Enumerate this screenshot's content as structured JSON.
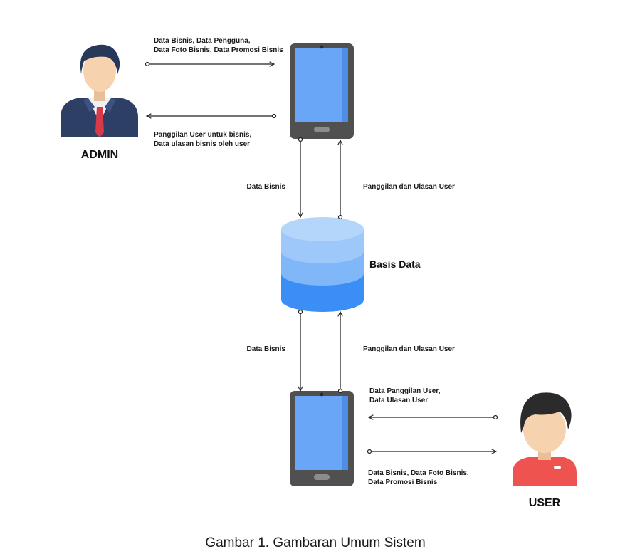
{
  "actors": {
    "admin": {
      "label": "ADMIN",
      "icon": "admin-person-icon"
    },
    "user": {
      "label": "USER",
      "icon": "user-person-icon"
    }
  },
  "database": {
    "label": "Basis Data",
    "icon": "database-icon"
  },
  "devices": {
    "icon": "smartphone-icon"
  },
  "flows": {
    "admin_to_app": [
      "Data Bisnis, Data Pengguna,",
      "Data Foto Bisnis, Data Promosi Bisnis"
    ],
    "app_to_admin": [
      "Panggilan User untuk bisnis,",
      "Data ulasan bisnis oleh user"
    ],
    "app_top_to_db": "Data Bisnis",
    "db_to_app_top": "Panggilan dan Ulasan User",
    "db_to_app_bottom": "Data Bisnis",
    "app_bottom_to_db": "Panggilan dan Ulasan User",
    "user_to_app": [
      "Data Panggilan User,",
      "Data Ulasan User"
    ],
    "app_to_user": [
      "Data Bisnis, Data Foto Bisnis,",
      "Data Promosi Bisnis"
    ]
  },
  "caption": "Gambar 1. Gambaran Umum Sistem",
  "colors": {
    "phone_body": "#505050",
    "phone_screen": "#6aa6f7",
    "db_top": "#b5d6fb",
    "db_mid": "#7fb7f8",
    "db_bottom": "#3b8ef5",
    "admin_suit": "#2e3f66",
    "admin_hair": "#273859",
    "admin_tie": "#d83a4a",
    "user_shirt": "#ef5350",
    "user_hair": "#2b2b2b",
    "skin": "#f7d2ae"
  }
}
